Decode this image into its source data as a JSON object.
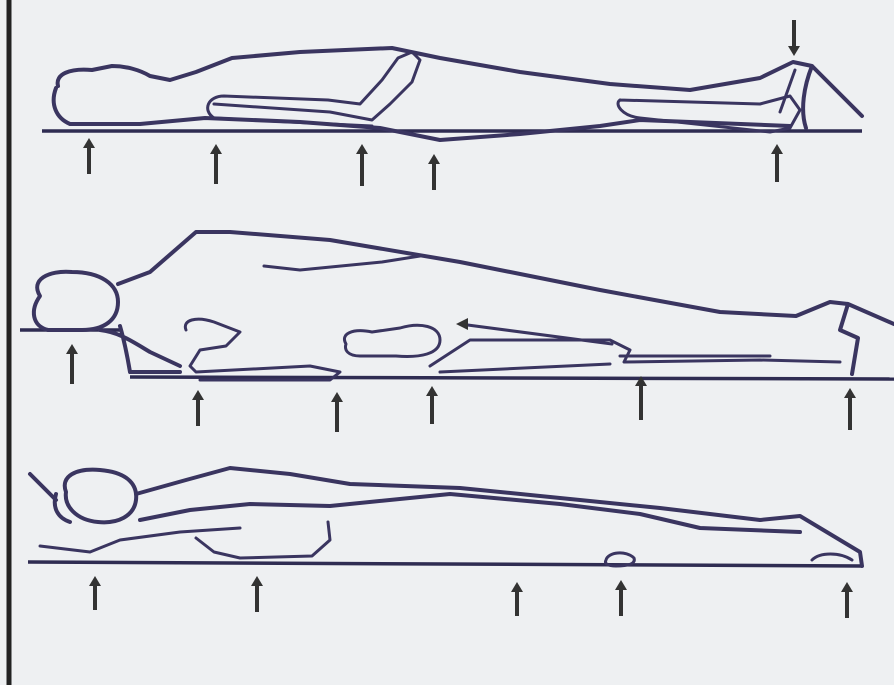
{
  "figure": {
    "background": "#eef0f2",
    "frame_color": "#222222",
    "line_color": "#3a3560",
    "arrow_color": "#333333"
  },
  "panels": [
    {
      "name": "supine",
      "pressure_points": [
        "occiput",
        "scapula",
        "elbow",
        "sacrum",
        "heel"
      ],
      "arrow_count": 6
    },
    {
      "name": "lateral",
      "pressure_points": [
        "ear",
        "shoulder",
        "hip",
        "knee",
        "ankle"
      ],
      "arrow_count": 6
    },
    {
      "name": "prone",
      "pressure_points": [
        "cheek",
        "shoulder",
        "knee",
        "toes"
      ],
      "arrow_count": 5
    }
  ],
  "icons": {
    "pressure_arrow": "up-arrow-icon",
    "top_arrow": "down-arrow-icon"
  }
}
